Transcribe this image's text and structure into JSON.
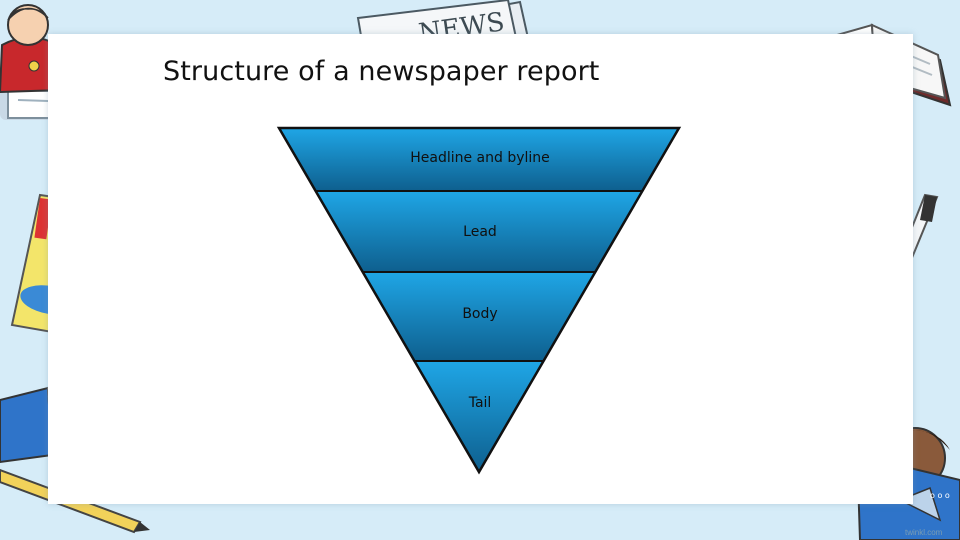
{
  "slide": {
    "title": "Structure of a newspaper report",
    "watermark": "twinkl.com"
  },
  "pyramid": {
    "colors": {
      "top": "#1fa6e6",
      "bottom": "#0e5f8e",
      "divider": "#111111",
      "background": "#d6ecf8"
    },
    "levels": [
      {
        "label": "Headline and byline"
      },
      {
        "label": "Lead"
      },
      {
        "label": "Body"
      },
      {
        "label": "Tail"
      }
    ]
  }
}
